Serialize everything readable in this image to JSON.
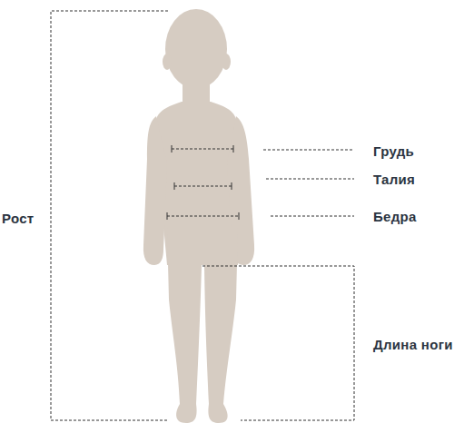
{
  "diagram": {
    "labels": [
      "Рост",
      "Грудь",
      "Талия",
      "Бедра",
      "Длина ноги"
    ]
  }
}
